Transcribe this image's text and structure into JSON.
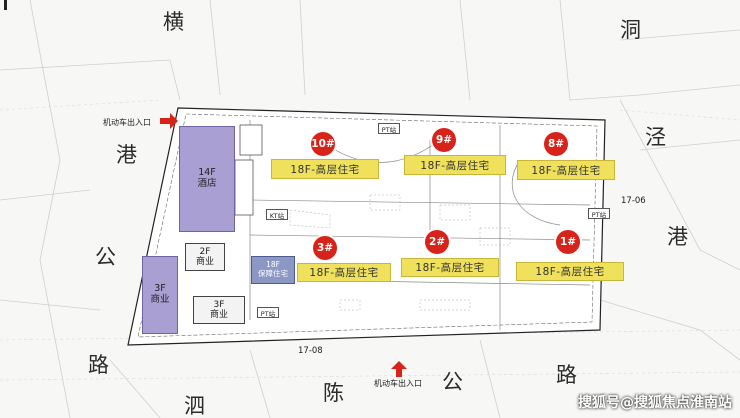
{
  "roads": {
    "north_a": "横",
    "north_b": "洞",
    "east_a": "泾",
    "east_b": "港",
    "west_a": "港",
    "west_b": "公",
    "west_c": "路",
    "south_a": "泗",
    "south_b": "陈",
    "south_c": "公",
    "south_d": "路"
  },
  "grid_labels": {
    "east": "17-06",
    "south": "17-08"
  },
  "entrances": {
    "northwest": "机动车出入口",
    "south": "机动车出入口"
  },
  "residential_buildings": [
    {
      "number": "10#",
      "label": "18F-高层住宅"
    },
    {
      "number": "9#",
      "label": "18F-高层住宅"
    },
    {
      "number": "8#",
      "label": "18F-高层住宅"
    },
    {
      "number": "3#",
      "label": "18F-高层住宅"
    },
    {
      "number": "2#",
      "label": "18F-高层住宅"
    },
    {
      "number": "1#",
      "label": "18F-高层住宅"
    }
  ],
  "other_buildings": {
    "hotel": "14F\n酒店",
    "commercial_large": "3F\n商业",
    "commercial_a": "2F\n商业",
    "commercial_b": "3F\n商业",
    "affordable": "18F\n保障住宅"
  },
  "stations": {
    "pt_north": "PT站",
    "pt_east": "PT站",
    "pt_south": "PT站",
    "kt": "KT站"
  },
  "watermark": "搜狐号@搜狐焦点淮南站",
  "colors": {
    "residential_fill": "#efe15c",
    "badge": "#d7231a",
    "hotel_fill": "#aa9fd3",
    "affordable_fill": "#8b97c4",
    "arrow": "#d7231a"
  }
}
